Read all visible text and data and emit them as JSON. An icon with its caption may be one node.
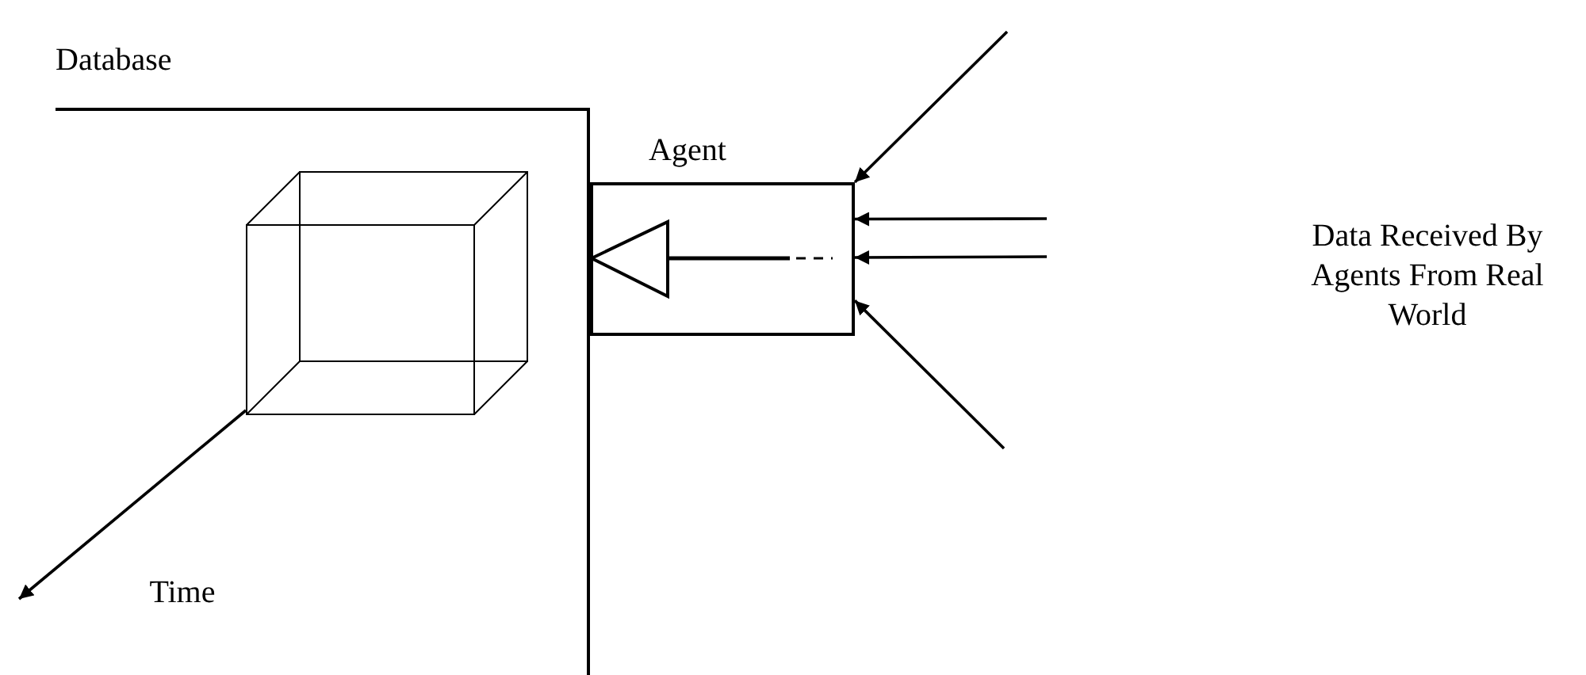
{
  "diagram": {
    "nodes": [
      {
        "text": [
          "Database"
        ]
      },
      {
        "text": [],
        "shape": "cube",
        "in": 0
      },
      {
        "text": [
          "Agent"
        ]
      }
    ],
    "edges": [
      {
        "from": null,
        "to": 2,
        "arrow": "to"
      },
      {
        "from": null,
        "to": 2,
        "arrow": "to"
      },
      {
        "from": null,
        "to": 2,
        "arrow": "to"
      },
      {
        "from": null,
        "to": 2,
        "arrow": "to"
      }
    ],
    "labels": [
      "Time",
      "Data Received By Agents From Real World"
    ]
  }
}
